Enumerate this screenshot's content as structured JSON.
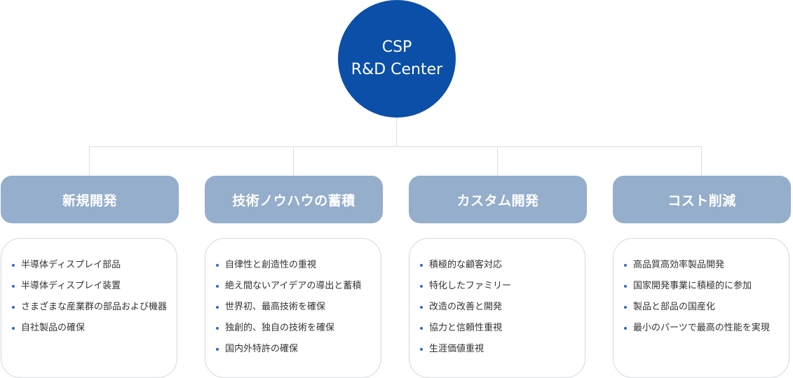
{
  "root": {
    "line1": "CSP",
    "line2": "R&D Center",
    "color": "#0b4fa8"
  },
  "header_color": "#94aecb",
  "bullet_color": "#2b6cc4",
  "columns": [
    {
      "title": "新規開発",
      "items": [
        "半導体ディスプレイ部品",
        "半導体ディスプレイ装置",
        "さまざまな産業群の部品および機器",
        "自社製品の確保"
      ]
    },
    {
      "title": "技術ノウハウの蓄積",
      "items": [
        "自律性と創造性の重視",
        "絶え間ないアイデアの導出と蓄積",
        "世界初、最高技術を確保",
        "独創的、独自の技術を確保",
        "国内外特許の確保"
      ]
    },
    {
      "title": "カスタム開発",
      "items": [
        "積極的な顧客対応",
        "特化したファミリー",
        "改造の改善と開発",
        "協力と信頼性重視",
        "生涯価値重視"
      ]
    },
    {
      "title": "コスト削減",
      "items": [
        "高品質高効率製品開発",
        "国家開発事業に積極的に参加",
        "製品と部品の国産化",
        "最小のパーツで最高の性能を実現"
      ]
    }
  ]
}
